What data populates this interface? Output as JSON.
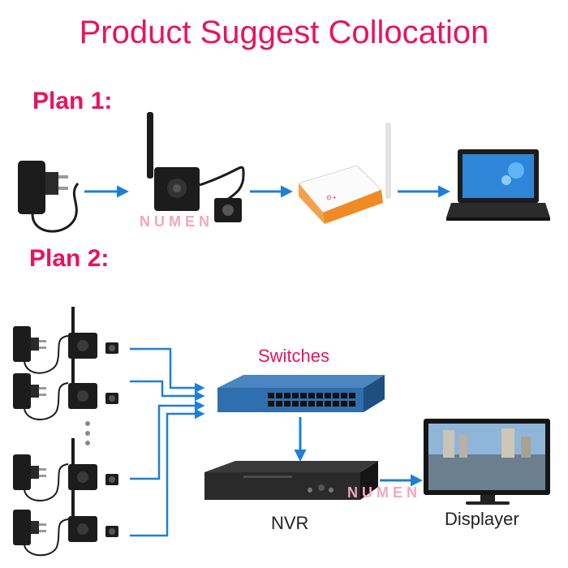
{
  "title": "Product Suggest Collocation",
  "plans": [
    {
      "label": "Plan 1:",
      "devices": [
        "power-adapter",
        "wifi-camera",
        "wifi-router",
        "laptop"
      ]
    },
    {
      "label": "Plan 2:",
      "devices": [
        "power-adapter",
        "camera",
        "switch",
        "nvr",
        "monitor"
      ]
    }
  ],
  "labels": {
    "switches": "Switches",
    "nvr": "NVR",
    "displayer": "Displayer"
  },
  "watermark": "NUMEN",
  "colors": {
    "accent": "#e8145a",
    "arrow": "#1f7fd6",
    "switch": "#2f6fae",
    "device": "#1c1c1c"
  }
}
